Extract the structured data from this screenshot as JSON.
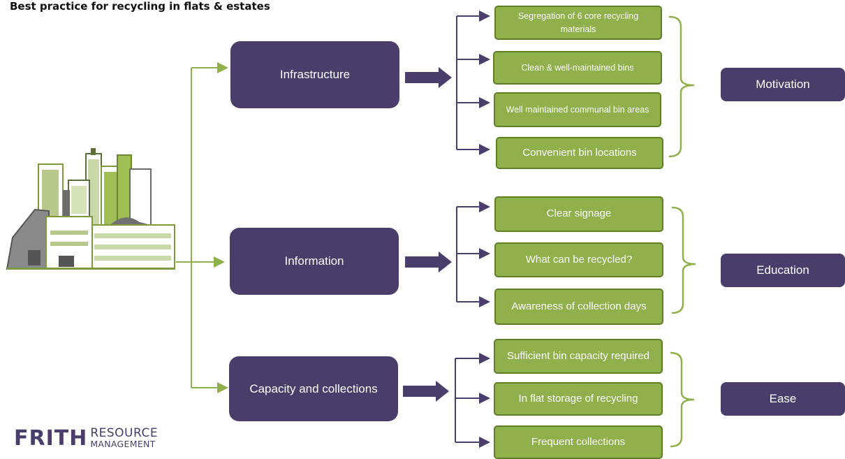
{
  "title": "Best practice for recycling in flats & estates",
  "categories": [
    {
      "label": "Infrastructure",
      "items": [
        "Segregation of 6 core recycling materials",
        "Clean & well-maintained  bins",
        "Well maintained  communal bin areas",
        "Convenient bin locations"
      ],
      "outcome": "Motivation"
    },
    {
      "label": "Information",
      "items": [
        "Clear signage",
        "What can be recycled?",
        "Awareness of collection days"
      ],
      "outcome": "Education"
    },
    {
      "label": "Capacity and collections",
      "items": [
        "Sufficient bin capacity required",
        "In flat storage of recycling",
        "Frequent collections"
      ],
      "outcome": "Ease"
    }
  ],
  "logo": {
    "main": "FRITH",
    "line1": "RESOURCE",
    "line2": "MANAGEMENT"
  },
  "colors": {
    "purple": "#4a3d6b",
    "green": "#8fb04a",
    "green_dark": "#5f7f26"
  }
}
